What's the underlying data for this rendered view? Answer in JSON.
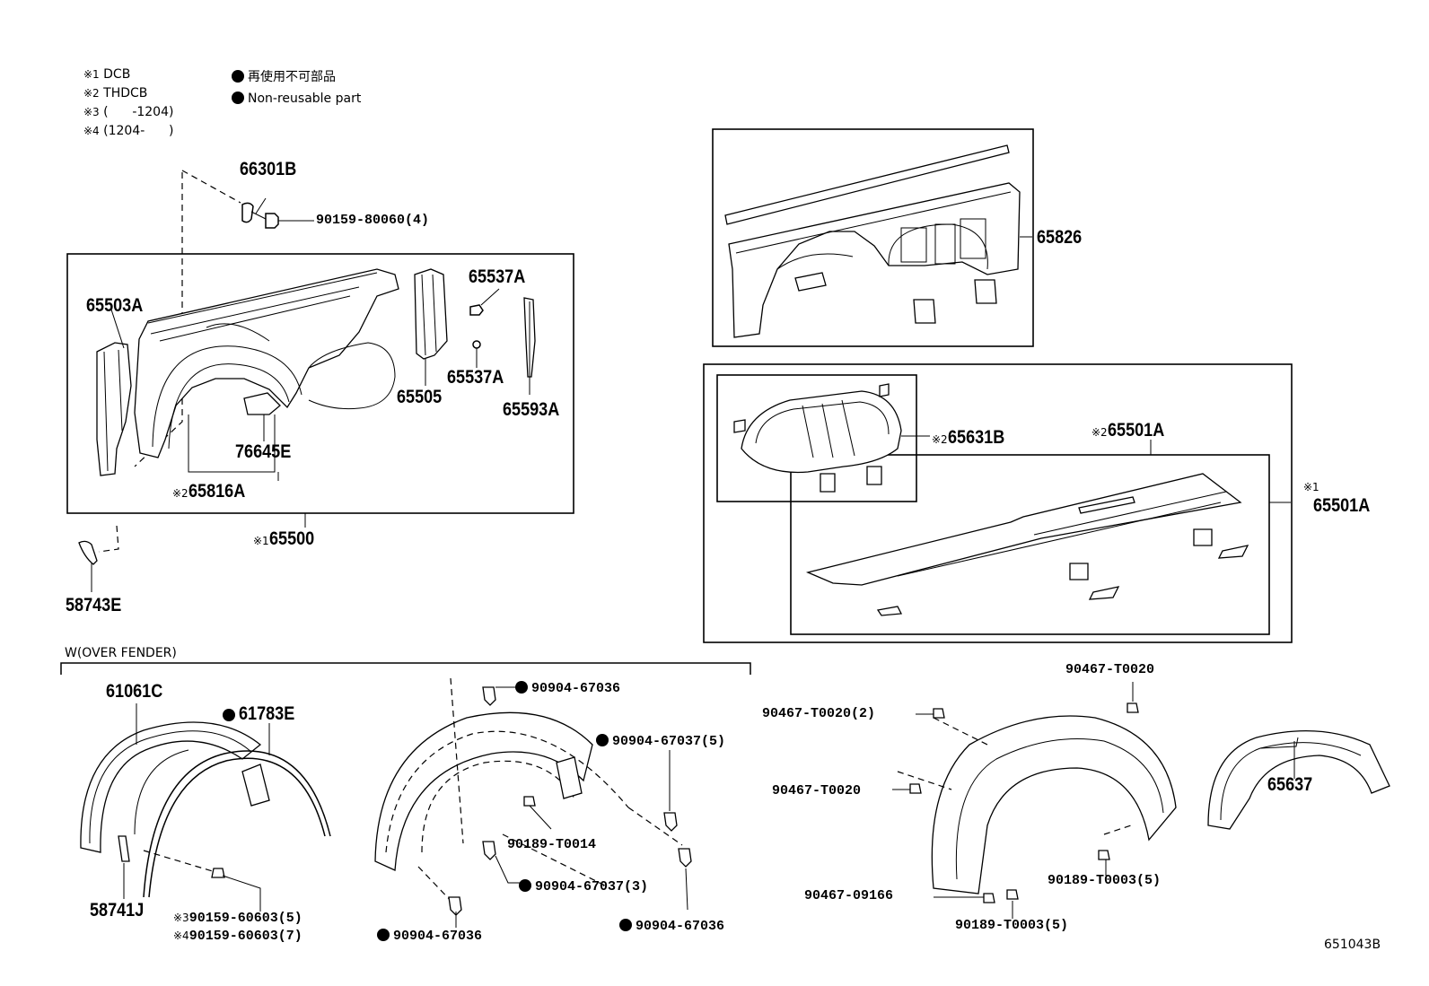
{
  "legend": {
    "notes": [
      {
        "mark": "※1",
        "text": "DCB"
      },
      {
        "mark": "※2",
        "text": "THDCB"
      },
      {
        "mark": "※3",
        "text": "(      -1204)"
      },
      {
        "mark": "※4",
        "text": "(1204-      )"
      }
    ],
    "non_reusable_jp": "再使用不可部品",
    "non_reusable_en": "Non-reusable part"
  },
  "section_label": "W(OVER FENDER)",
  "diagram_id": "651043B",
  "parts": {
    "p66301B": "66301B",
    "p90159_80060": "90159-80060(4)",
    "p65537A_top": "65537A",
    "p65503A": "65503A",
    "p65505": "65505",
    "p65537A_low": "65537A",
    "p65593A": "65593A",
    "p76645E": "76645E",
    "p65816A": "65816A",
    "p65816A_mark": "※2",
    "p65500": "65500",
    "p65500_mark": "※1",
    "p58743E": "58743E",
    "p65826": "65826",
    "p65631B": "65631B",
    "p65631B_mark": "※2",
    "p65501A_top": "65501A",
    "p65501A_top_mark": "※2",
    "p65501A_right": "65501A",
    "p65501A_right_mark": "※1",
    "p61061C": "61061C",
    "p61783E": "61783E",
    "p58741J": "58741J",
    "p90159_60603_5": "90159-60603(5)",
    "p90159_60603_5_mark": "※3",
    "p90159_60603_7": "90159-60603(7)",
    "p90159_60603_7_mark": "※4",
    "p90904_67036_a": "90904-67036",
    "p90904_67037_5": "90904-67037(5)",
    "p90189_T0014": "90189-T0014",
    "p90904_67037_3": "90904-67037(3)",
    "p90904_67036_b": "90904-67036",
    "p90904_67036_c": "90904-67036",
    "p90467_T0020_top": "90467-T0020",
    "p90467_T0020_2": "90467-T0020(2)",
    "p90467_T0020_mid": "90467-T0020",
    "p90189_T0003_5_r": "90189-T0003(5)",
    "p90467_09166": "90467-09166",
    "p90189_T0003_5_b": "90189-T0003(5)",
    "p65637": "65637"
  }
}
